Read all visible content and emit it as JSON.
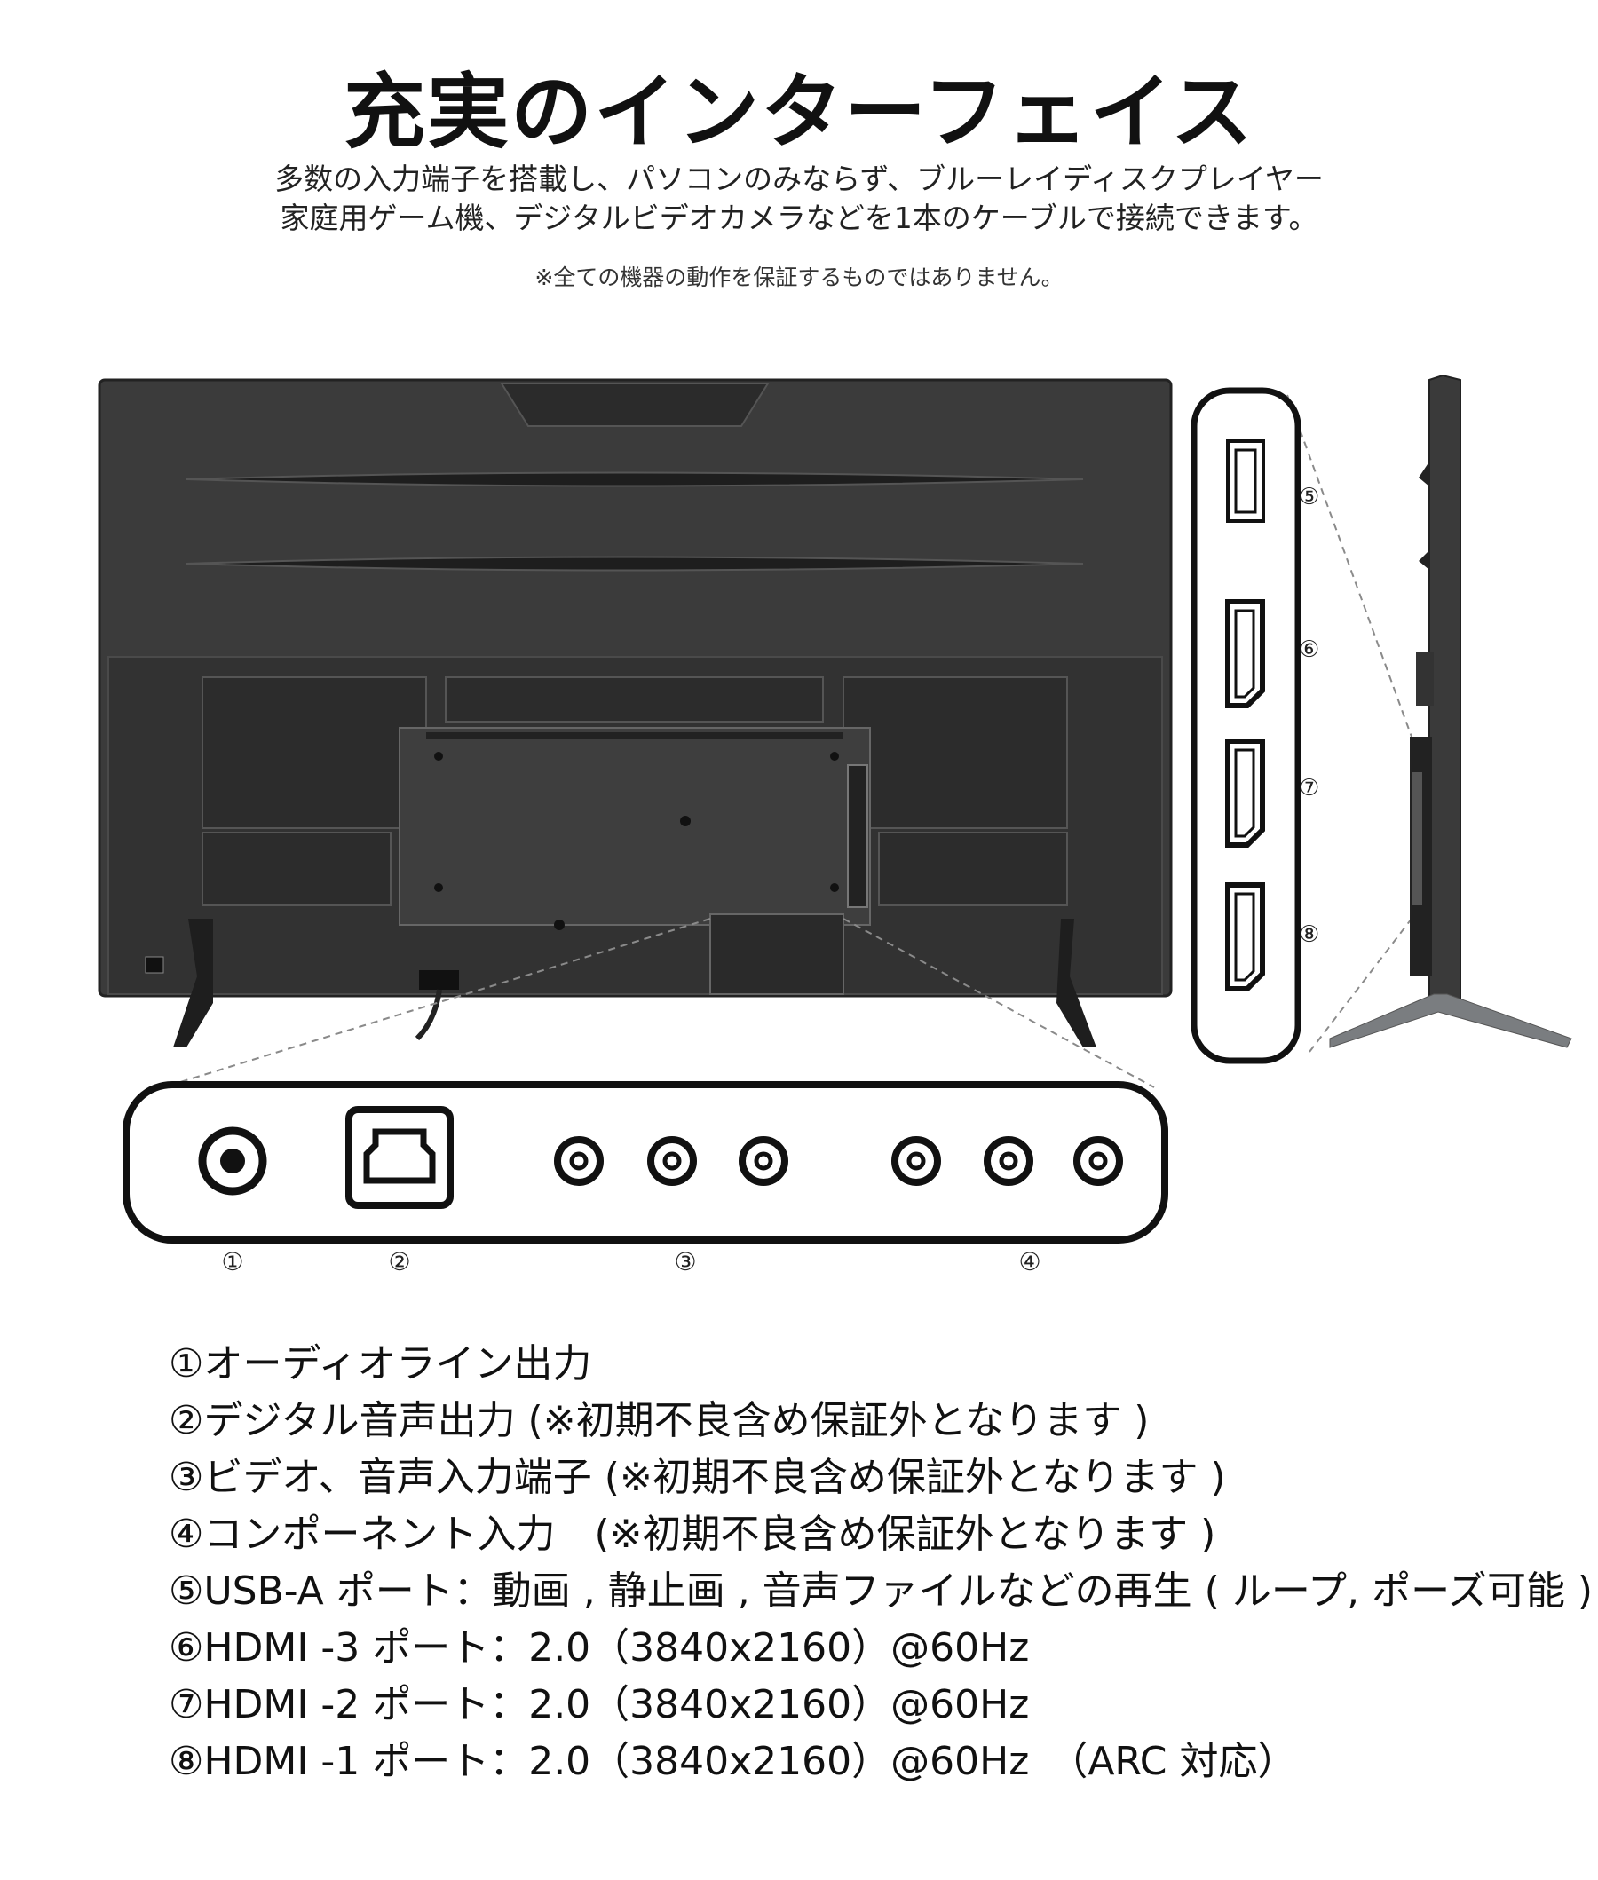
{
  "title": "充実のインターフェイス",
  "description": {
    "line1": "多数の入力端子を搭載し、パソコンのみならず、ブルーレイディスクプレイヤー",
    "line2": "家庭用ゲーム機、デジタルビデオカメラなどを1本のケーブルで接続できます。"
  },
  "note": "※全ての機器の動作を保証するものではありません。",
  "callouts": {
    "bottom": [
      "①",
      "②",
      "③",
      "④"
    ],
    "side": [
      "⑤",
      "⑥",
      "⑦",
      "⑧"
    ]
  },
  "ports": [
    "①オーディオライン出力",
    "②デジタル音声出力 (※初期不良含め保証外となります )",
    "③ビデオ、音声入力端子 (※初期不良含め保証外となります )",
    "④コンポーネント入力　(※初期不良含め保証外となります )",
    "⑤USB-A ポート：動画 , 静止画 , 音声ファイルなどの再生 ( ループ, ポーズ可能 )",
    "⑥HDMI -3 ポート：2.0（3840x2160）@60Hz",
    "⑦HDMI -2 ポート：2.0（3840x2160）@60Hz",
    "⑧HDMI -1 ポート：2.0（3840x2160）@60Hz　（ARC 対応）"
  ],
  "colors": {
    "tv_body": "#3a3a3a",
    "tv_panel": "#2e2e2e",
    "outline": "#111111",
    "dashed": "#8a8a8a"
  }
}
